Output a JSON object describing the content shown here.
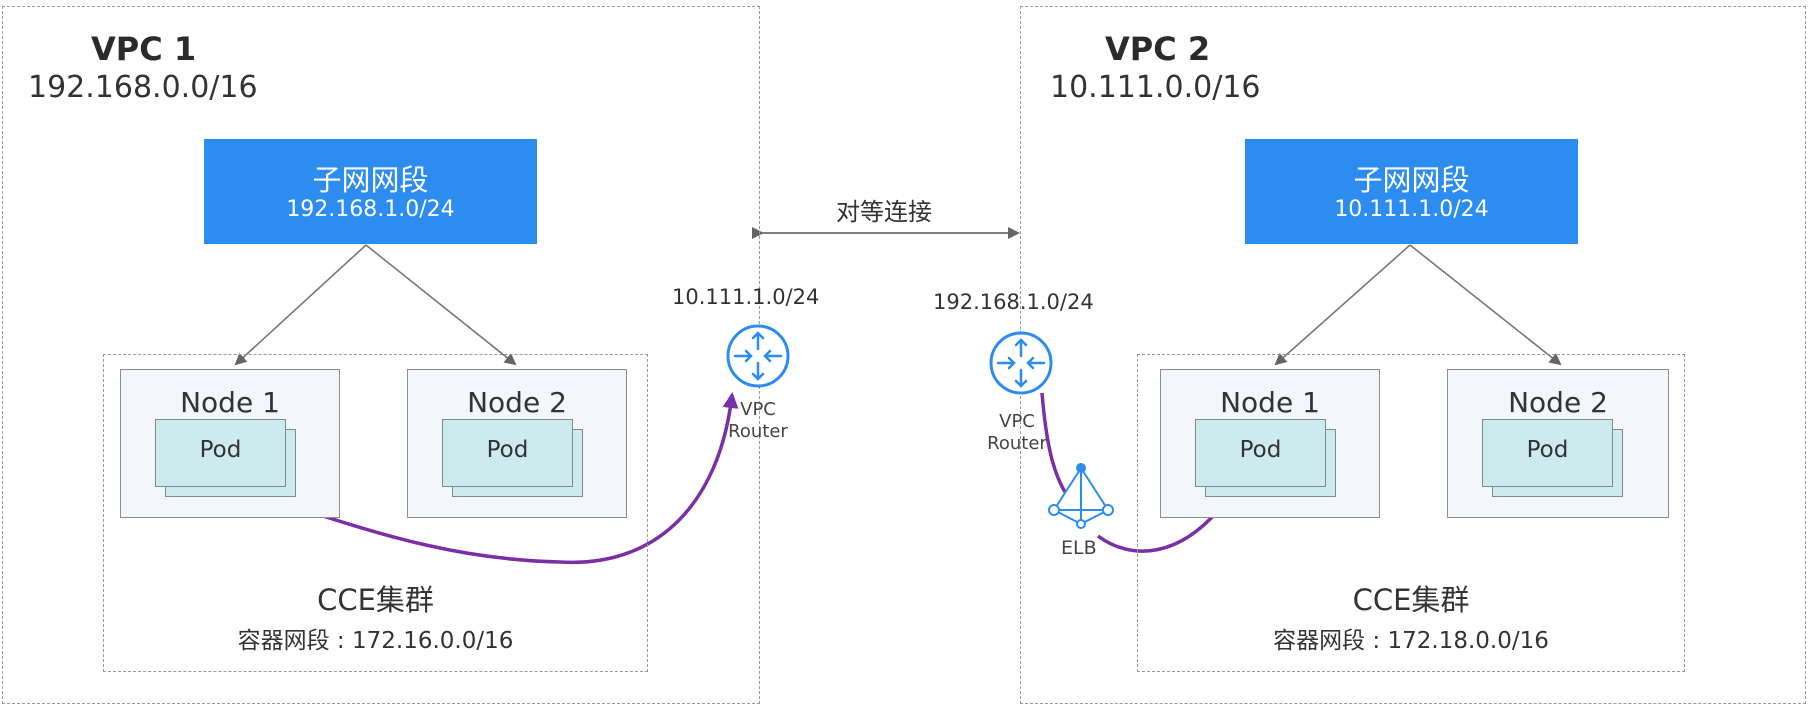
{
  "vpcs": [
    {
      "title": "VPC 1",
      "cidr": "192.168.0.0/16",
      "subnet": {
        "title": "子网网段",
        "cidr": "192.168.1.0/24"
      },
      "cluster": {
        "title": "CCE集群",
        "container_cidr": "容器网段 : 172.16.0.0/16"
      },
      "nodes": [
        {
          "label": "Node 1",
          "pod": "Pod"
        },
        {
          "label": "Node 2",
          "pod": "Pod"
        }
      ],
      "router": {
        "route_cidr": "10.111.1.0/24",
        "label_line1": "VPC",
        "label_line2": "Router"
      }
    },
    {
      "title": "VPC 2",
      "cidr": "10.111.0.0/16",
      "subnet": {
        "title": "子网网段",
        "cidr": "10.111.1.0/24"
      },
      "cluster": {
        "title": "CCE集群",
        "container_cidr": "容器网段 : 172.18.0.0/16"
      },
      "nodes": [
        {
          "label": "Node 1",
          "pod": "Pod"
        },
        {
          "label": "Node 2",
          "pod": "Pod"
        }
      ],
      "router": {
        "route_cidr": "192.168.1.0/24",
        "label_line1": "VPC",
        "label_line2": "Router"
      },
      "elb": {
        "label": "ELB"
      }
    }
  ],
  "peering": {
    "label": "对等连接"
  },
  "icons": {
    "router": "router-icon",
    "elb": "load-balancer-icon"
  },
  "colors": {
    "subnet_fill": "#2d8cf0",
    "router_blue": "#2d8cf0",
    "traffic_path": "#7b2fa6",
    "pod_fill": "#cdebef",
    "node_fill": "#f3f6fb"
  }
}
